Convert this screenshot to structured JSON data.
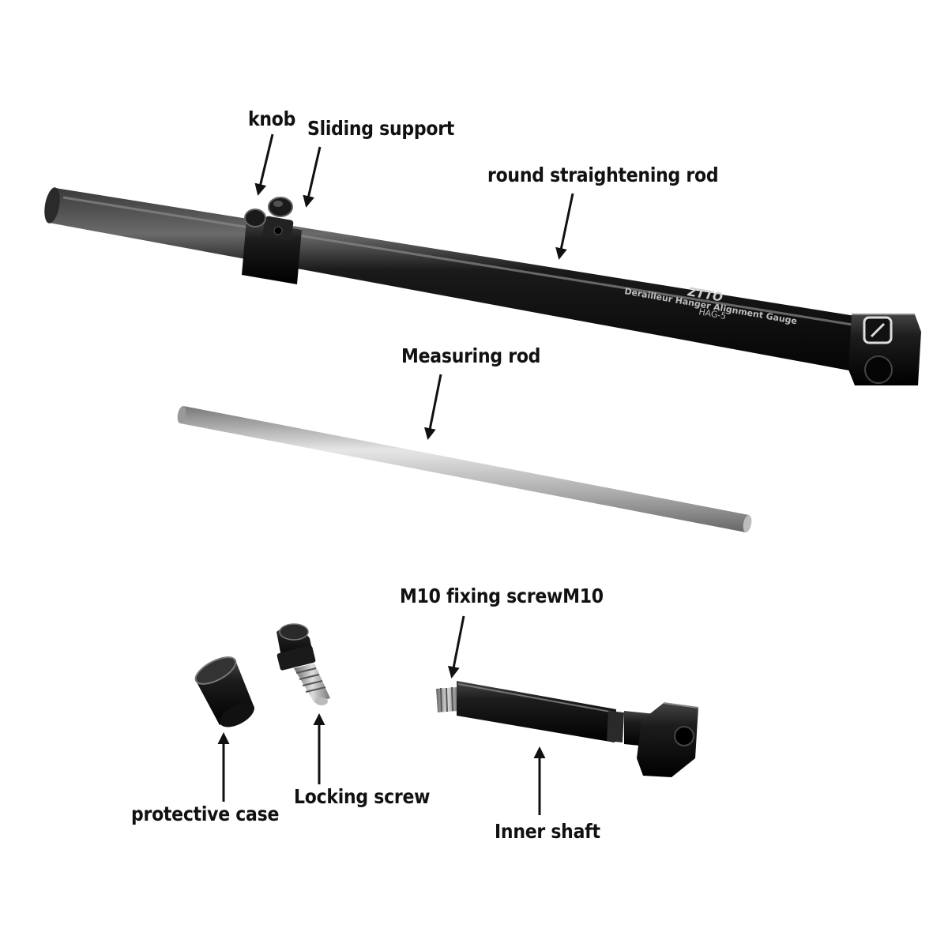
{
  "labels": {
    "knob": "knob",
    "sliding_support": "Sliding support",
    "round_rod": "round straightening rod",
    "measuring_rod": "Measuring rod",
    "m10_screw": "M10 fixing screwM10",
    "protective_case": "protective case",
    "locking_screw": "Locking screw",
    "inner_shaft": "Inner shaft"
  },
  "product_print": {
    "brand": "ZTTO",
    "name": "Derailleur Hanger Alignment Gauge",
    "model": "HAG-5"
  },
  "colors": {
    "tool_black": "#111111",
    "steel": "#c9c9c9",
    "text": "#111111"
  }
}
